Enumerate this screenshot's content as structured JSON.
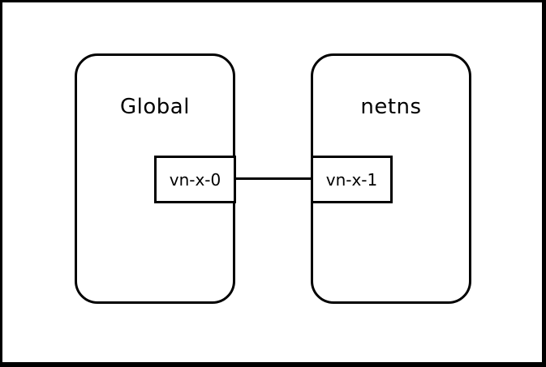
{
  "diagram": {
    "type": "network-namespace-diagram",
    "background_color": "#ffffff",
    "stroke_color": "#000000",
    "left_container": {
      "title": "Global",
      "port_label": "vn-x-0"
    },
    "right_container": {
      "title": "netns",
      "port_label": "vn-x-1"
    },
    "link": {
      "from": "vn-x-0",
      "to": "vn-x-1",
      "style": "solid"
    }
  }
}
